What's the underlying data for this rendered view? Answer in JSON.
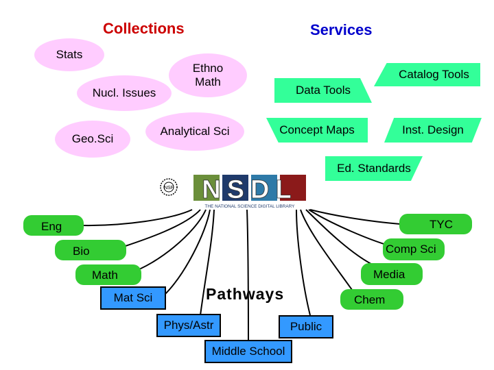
{
  "headers": {
    "collections": "Collections",
    "services": "Services"
  },
  "colors": {
    "collections": "#cc0000",
    "services": "#0000cc",
    "collection_fill": "#ffccff",
    "service_fill": "#33ff99",
    "pathway_fill": "#33cc33",
    "pathway_box": "#3399ff"
  },
  "collections": {
    "stats": "Stats",
    "ethno_math": "Ethno Math",
    "nucl_issues": "Nucl. Issues",
    "geo_sci": "Geo.Sci",
    "analytical_sci": "Analytical Sci"
  },
  "services": {
    "catalog_tools": "Catalog Tools",
    "data_tools": "Data Tools",
    "concept_maps": "Concept Maps",
    "inst_design": "Inst. Design",
    "ed_standards": "Ed. Standards"
  },
  "logo": {
    "letters": "NSDL",
    "tagline": "THE NATIONAL SCIENCE DIGITAL LIBRARY",
    "seal": "NSF"
  },
  "pathways": {
    "title": "Pathways",
    "eng": "Eng",
    "tyc": "TYC",
    "bio": "Bio",
    "comp_sci": "Comp Sci",
    "math": "Math",
    "media": "Media",
    "mat_sci": "Mat Sci",
    "chem": "Chem",
    "phys_astr": "Phys/Astr",
    "public": "Public",
    "middle_school": "Middle School"
  }
}
